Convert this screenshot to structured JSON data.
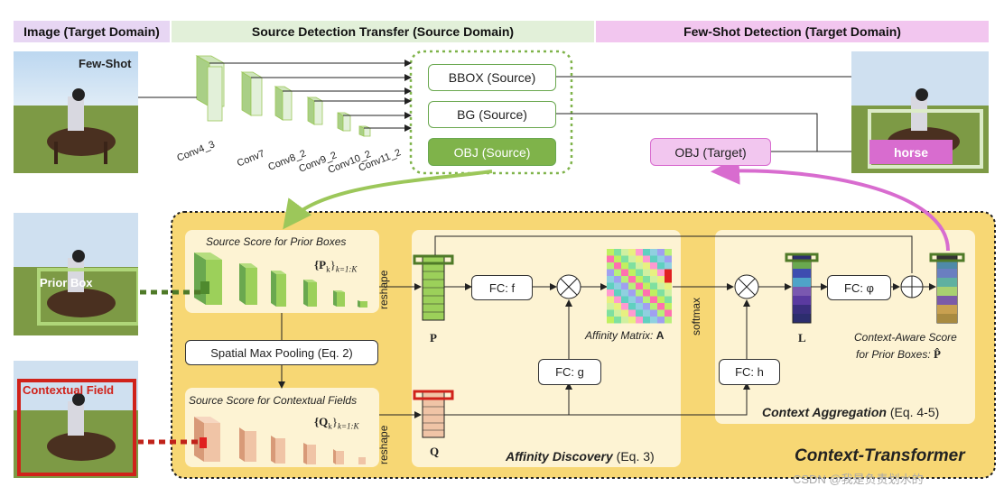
{
  "colors": {
    "green_light": "#e2f0d9",
    "pink_light": "#f2c6ef",
    "purple_header": "#e7d6f3",
    "yellow_panel": "#f7d774",
    "panel_inner": "#fdf3d3",
    "green_dark": "#7fb34a",
    "orange_box": "#c0392b",
    "pink_arrow": "#d86ccf"
  },
  "headers": {
    "image": "Image (Target Domain)",
    "source": "Source Detection Transfer (Source Domain)",
    "fewshot": "Few-Shot Detection (Target Domain)"
  },
  "images": {
    "fewshot_label": "Few-Shot",
    "prior_box_label": "Prior Box",
    "contextual_label": "Contextual Field",
    "horse_label": "horse"
  },
  "conv_layers": [
    "Conv4_3",
    "Conv7",
    "Conv8_2",
    "Conv9_2",
    "Conv10_2",
    "Conv11_2"
  ],
  "source_boxes": {
    "bbox": "BBOX (Source)",
    "bg": "BG (Source)",
    "obj": "OBJ (Source)",
    "obj_target": "OBJ (Target)"
  },
  "prior": {
    "title": "Source Score for Prior Boxes",
    "set": "{P",
    "set_sub": "k",
    "set_range": "k=1:K",
    "pooling": "Spatial Max Pooling (Eq. 2)"
  },
  "contextual": {
    "title": "Source Score for Contextual Fields",
    "set": "{Q",
    "set_sub": "k",
    "set_range": "k=1:K"
  },
  "affinity": {
    "reshape_top": "reshape",
    "reshape_bottom": "reshape",
    "p_label": "P",
    "q_label": "Q",
    "fc_f": "FC: f",
    "fc_g": "FC: g",
    "matrix_label": "Affinity Matrix:",
    "matrix_bold": "A",
    "softmax": "softmax",
    "section_title": "Affinity Discovery",
    "section_eq": "(Eq. 3)"
  },
  "aggregation": {
    "fc_phi": "FC: φ",
    "fc_h": "FC: h",
    "l_label": "L",
    "ctx_score_line1": "Context-Aware Score",
    "ctx_score_line2": "for Prior Boxes:",
    "p_hat": "P̂",
    "section_title": "Context Aggregation",
    "section_eq": "(Eq. 4-5)"
  },
  "transformer_title": "Context-Transformer",
  "watermark": "CSDN @我是负责划水的"
}
